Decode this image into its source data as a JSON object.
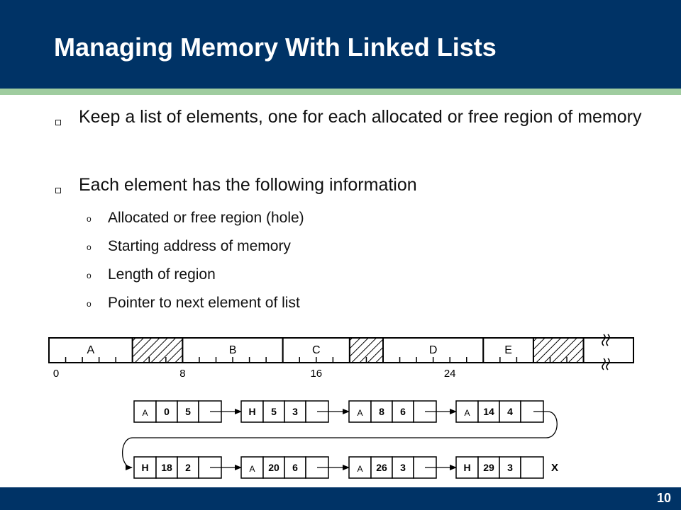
{
  "slide": {
    "title": "Managing Memory With Linked Lists",
    "page_number": "10"
  },
  "bullets": [
    {
      "text": "Keep a list of elements, one for each allocated or free region of memory"
    },
    {
      "text": "Each element has the following information"
    }
  ],
  "sub_bullets": [
    {
      "marker": "o",
      "text": "Allocated or free region (hole)"
    },
    {
      "marker": "o",
      "text": "Starting address of memory"
    },
    {
      "marker": "o",
      "text": "Length of region"
    },
    {
      "marker": "o",
      "text": "Pointer to next element of list"
    }
  ],
  "memory_bar": {
    "segments": [
      {
        "label": "A",
        "type": "allocated"
      },
      {
        "label": "",
        "type": "hole"
      },
      {
        "label": "B",
        "type": "allocated"
      },
      {
        "label": "C",
        "type": "allocated"
      },
      {
        "label": "",
        "type": "hole"
      },
      {
        "label": "D",
        "type": "allocated"
      },
      {
        "label": "E",
        "type": "allocated"
      },
      {
        "label": "",
        "type": "hole"
      }
    ],
    "address_labels": [
      "0",
      "8",
      "16",
      "24"
    ]
  },
  "linked_list": {
    "nodes": [
      {
        "kind": "A",
        "start": "0",
        "length": "5"
      },
      {
        "kind": "H",
        "start": "5",
        "length": "3"
      },
      {
        "kind": "A",
        "start": "8",
        "length": "6"
      },
      {
        "kind": "A",
        "start": "14",
        "length": "4"
      },
      {
        "kind": "H",
        "start": "18",
        "length": "2"
      },
      {
        "kind": "A",
        "start": "20",
        "length": "6"
      },
      {
        "kind": "A",
        "start": "26",
        "length": "3"
      },
      {
        "kind": "H",
        "start": "29",
        "length": "3"
      }
    ],
    "end_marker": "X"
  },
  "colors": {
    "header": "#003366",
    "stripe": "#9fcc9f",
    "footer": "#003366"
  }
}
